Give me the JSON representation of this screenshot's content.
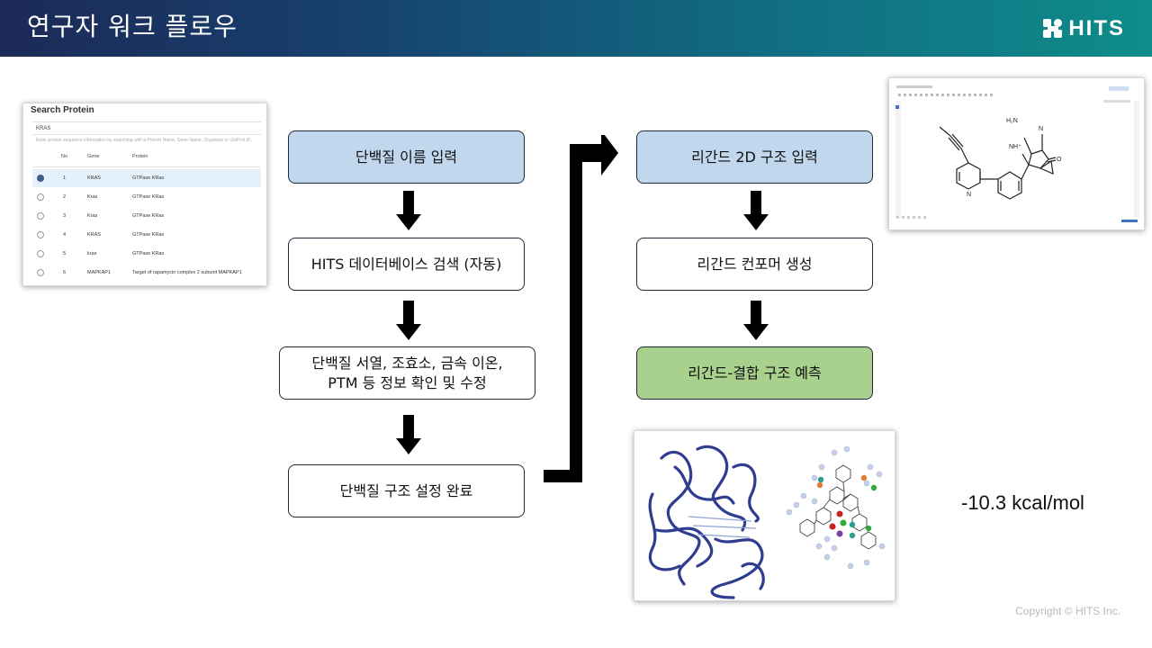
{
  "header": {
    "title": "연구자 워크 플로우",
    "logo_text": "HITS"
  },
  "left_column": {
    "step1": "단백질 이름 입력",
    "step2": "HITS 데이터베이스 검색 (자동)",
    "step3_line1": "단백질 서열, 조효소, 금속 이온,",
    "step3_line2": "PTM 등 정보 확인 및 수정",
    "step4": "단백질 구조 설정 완료"
  },
  "right_column": {
    "step1": "리간드 2D 구조 입력",
    "step2": "리간드 컨포머 생성",
    "step3": "리간드-결합 구조 예측"
  },
  "search_panel": {
    "title": "Search Protein",
    "query": "KRAS",
    "hint": "Enter protein sequence information by searching with a Protein Name, Gene Name, Organism or UniProt ID.",
    "headers": [
      "No",
      "Gene",
      "Protein"
    ],
    "rows": [
      {
        "no": "1",
        "gene": "KRAS",
        "protein": "GTPase KRas",
        "selected": true
      },
      {
        "no": "2",
        "gene": "Kras",
        "protein": "GTPase KRas",
        "selected": false
      },
      {
        "no": "3",
        "gene": "Kras",
        "protein": "GTPase KRas",
        "selected": false
      },
      {
        "no": "4",
        "gene": "KRAS",
        "protein": "GTPase KRas",
        "selected": false
      },
      {
        "no": "5",
        "gene": "kras",
        "protein": "GTPase KRas",
        "selected": false
      },
      {
        "no": "6",
        "gene": "MAPKAP1",
        "protein": "Target of rapamycin complex 2 subunit MAPKAP1",
        "selected": false
      }
    ]
  },
  "molecule": {
    "label_nh2": "H₂N",
    "label_n": "N",
    "label_nh": "NH⁺",
    "label_o": "O",
    "label_pyridine_n": "N"
  },
  "result": {
    "binding_energy": "-10.3 kcal/mol"
  },
  "footer": {
    "copyright": "Copyright © HITS Inc."
  },
  "colors": {
    "blue_box": "#c0d7ee",
    "green_box": "#a9d18e",
    "header_start": "#1c2a57",
    "header_end": "#0e8c8a"
  }
}
